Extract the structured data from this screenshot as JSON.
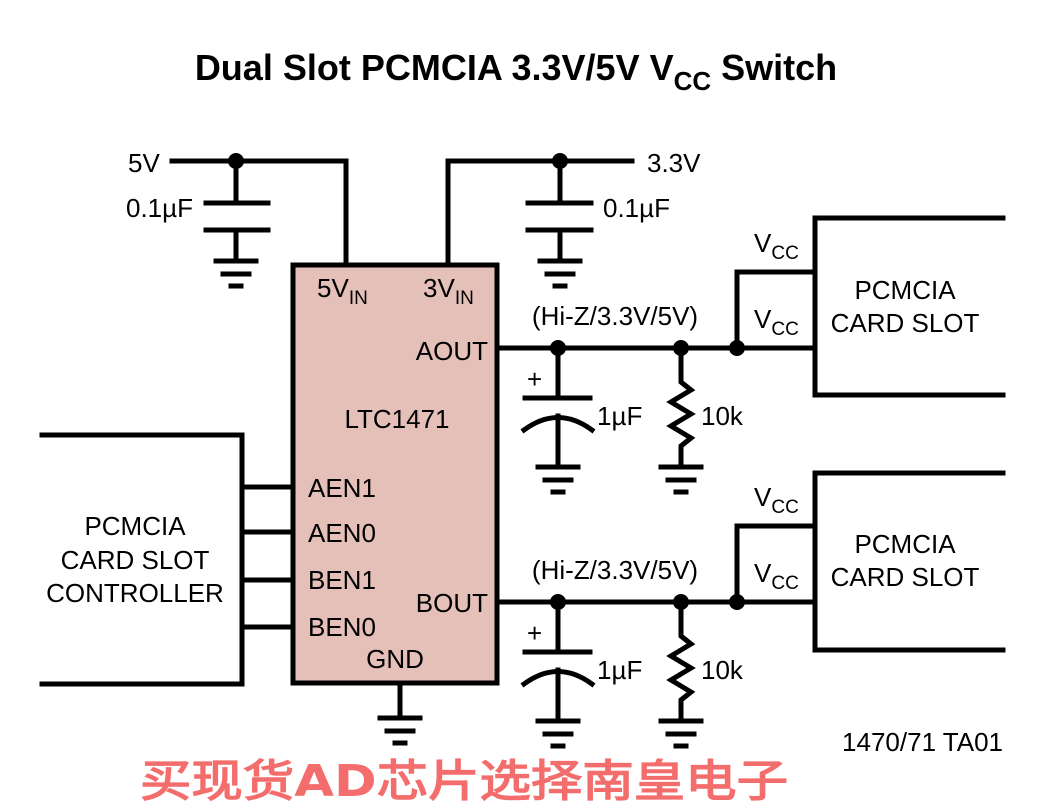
{
  "title": {
    "main": "Dual Slot PCMCIA 3.3V/5V V",
    "subscript": "CC",
    "suffix": " Switch"
  },
  "supplies": {
    "v5": "5V",
    "v33": "3.3V",
    "cap5": "0.1µF",
    "cap33": "0.1µF"
  },
  "chip": {
    "name": "LTC1471",
    "fill_color": "#e4c0b9",
    "pins": {
      "v5in": "5V",
      "v3in": "3V",
      "in_sub": "IN",
      "aout": "AOUT",
      "bout": "BOUT",
      "aen1": "AEN1",
      "aen0": "AEN0",
      "ben1": "BEN1",
      "ben0": "BEN0",
      "gnd": "GND"
    }
  },
  "outputs": {
    "a": {
      "state": "(Hi-Z/3.3V/5V)",
      "cap": "1µF",
      "res": "10k",
      "plus": "+"
    },
    "b": {
      "state": "(Hi-Z/3.3V/5V)",
      "cap": "1µF",
      "res": "10k",
      "plus": "+"
    }
  },
  "slots": {
    "a": {
      "line1": "PCMCIA",
      "line2": "CARD SLOT",
      "vcc": "V",
      "vcc_sub": "CC"
    },
    "b": {
      "line1": "PCMCIA",
      "line2": "CARD SLOT",
      "vcc": "V",
      "vcc_sub": "CC"
    }
  },
  "controller": {
    "line1": "PCMCIA",
    "line2": "CARD SLOT",
    "line3": "CONTROLLER"
  },
  "figure_id": "1470/71 TA01",
  "watermark": {
    "text": "买现货AD芯片选择南皇电子",
    "color": "#f03c3c"
  }
}
